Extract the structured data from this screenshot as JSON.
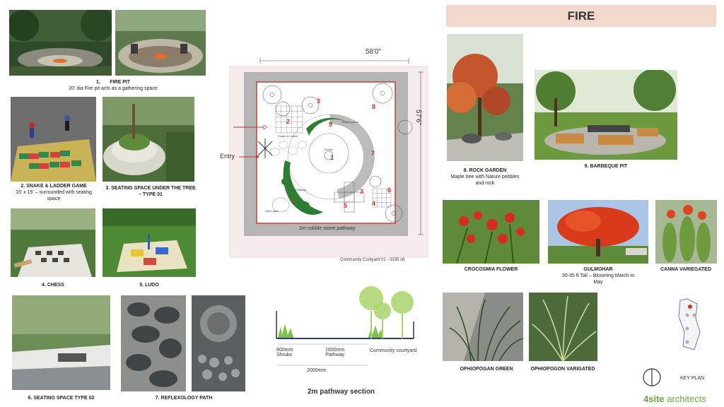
{
  "banner": {
    "title": "FIRE"
  },
  "items": [
    {
      "id": "fire-pit",
      "title": "1.       FIRE PIT",
      "desc": "20' dia Fire pit acts as a gathering space"
    },
    {
      "id": "snake-ladder",
      "title": "2. SNAKE & LADDER GAME",
      "desc": "15' x 15' – surrounded with seating space"
    },
    {
      "id": "seating-tree",
      "title": "3. SEATING SPACE UNDER THE TREE – TYPE 01",
      "desc": ""
    },
    {
      "id": "chess",
      "title": "4. CHESS",
      "desc": ""
    },
    {
      "id": "ludo",
      "title": "5. LUDO",
      "desc": ""
    },
    {
      "id": "seating-type2",
      "title": "6. SEATING SPACE TYPE 02",
      "desc": ""
    },
    {
      "id": "reflexology",
      "title": "7. REFLEXOLOGY PATH",
      "desc": ""
    },
    {
      "id": "rock-garden",
      "title": "8. ROCK GARDEN",
      "desc": "Maple tree with Nature pebbles and rock"
    },
    {
      "id": "barbeque",
      "title": "9. BARBEQUE PIT",
      "desc": ""
    }
  ],
  "plants": [
    {
      "id": "crocosmia",
      "title": "CROCOSMIA FLOWER",
      "desc": ""
    },
    {
      "id": "gulmohar",
      "title": "GULMOHAR",
      "desc": "30-35 ft Tall – Blooming March to May"
    },
    {
      "id": "canna",
      "title": "CANNA VARIEGATED",
      "desc": ""
    },
    {
      "id": "ophio-green",
      "title": "OPHIOPOGAN GREEN",
      "desc": ""
    },
    {
      "id": "ophio-varig",
      "title": "OPHIOPOGON VARIGATED",
      "desc": ""
    }
  ],
  "plan": {
    "dim_width": "58'0\"",
    "dim_height": "57'6\"",
    "entry": "Entry",
    "pathway": "2m cobble stone pathway",
    "courtyard": "Community Coutyard 01 - 3335 sft",
    "numbers": [
      "1",
      "2",
      "3",
      "3",
      "4",
      "5",
      "6",
      "7",
      "7",
      "8",
      "9"
    ],
    "tiny_labels": [
      "Firepit",
      "Seating place",
      "Snake & Ladder",
      "Pathway",
      "Open lawn"
    ]
  },
  "section": {
    "title": "2m pathway section",
    "shrubs": "600mm\nShrubs",
    "pathway": "1600mm\nPathway",
    "community": "Community courtyard",
    "total": "2000mm"
  },
  "keyplan": {
    "label": "KEY PLAN"
  },
  "brand": {
    "bold": "4site",
    "rest": " architects"
  },
  "colors": {
    "accent_red": "#c0392b",
    "banner": "#f3d8cc",
    "brand_green": "#6fa53a",
    "lawn_green": "#2f7d32"
  }
}
